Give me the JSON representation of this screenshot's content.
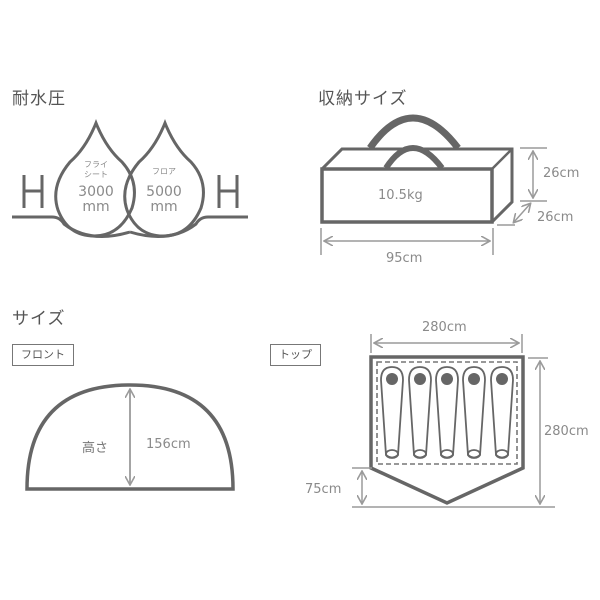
{
  "sections": {
    "water_resistance": {
      "heading": "耐水圧",
      "fly_sheet": {
        "label_line1": "フライ",
        "label_line2": "シート",
        "value": "3000",
        "unit": "mm"
      },
      "floor": {
        "label": "フロア",
        "value": "5000",
        "unit": "mm"
      },
      "h_left": "H",
      "h_right": "H"
    },
    "storage_size": {
      "heading": "収納サイズ",
      "weight": "10.5kg",
      "width": "95cm",
      "height": "26cm",
      "depth": "26cm"
    },
    "size": {
      "heading": "サイズ",
      "front": {
        "tag": "フロント",
        "height_label": "高さ",
        "height_value": "156cm"
      },
      "top": {
        "tag": "トップ",
        "width": "280cm",
        "length": "280cm",
        "vestibule": "75cm",
        "sleeping_bags": 5
      }
    }
  },
  "colors": {
    "line": "#666666",
    "dim": "#9a9a9a",
    "text": "#8a8a8a"
  }
}
